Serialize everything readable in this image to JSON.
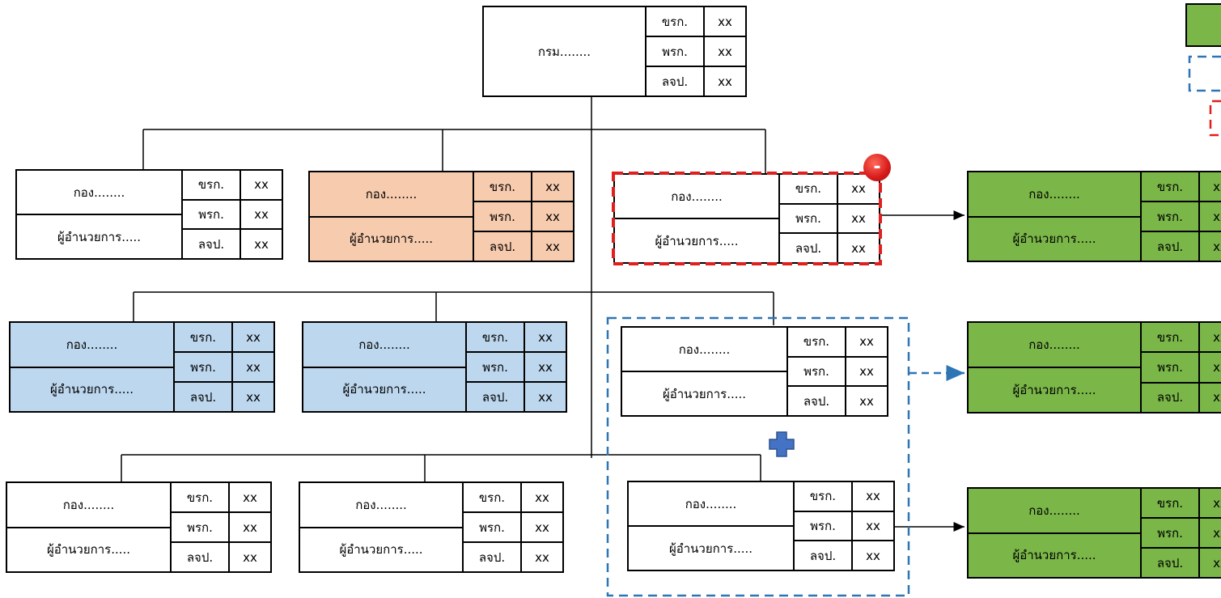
{
  "colors": {
    "orange": "#f7cbae",
    "blue": "#bdd7ee",
    "green": "#7ab648",
    "red_dash": "#e01f1f",
    "blue_dash": "#2e75b6"
  },
  "top": {
    "name": "กรม........",
    "rows": [
      {
        "cat": "ขรก.",
        "val": "xx"
      },
      {
        "cat": "พรก.",
        "val": "xx"
      },
      {
        "cat": "ลจป.",
        "val": "xx"
      }
    ]
  },
  "units": [
    {
      "id": "u1",
      "fill": "white",
      "name": "กอง........",
      "director": "ผู้อำนวยการ.....",
      "rows": [
        {
          "cat": "ขรก.",
          "val": "xx"
        },
        {
          "cat": "พรก.",
          "val": "xx"
        },
        {
          "cat": "ลจป.",
          "val": "xx"
        }
      ]
    },
    {
      "id": "u2",
      "fill": "orange",
      "name": "กอง........",
      "director": "ผู้อำนวยการ.....",
      "rows": [
        {
          "cat": "ขรก.",
          "val": "xx"
        },
        {
          "cat": "พรก.",
          "val": "xx"
        },
        {
          "cat": "ลจป.",
          "val": "xx"
        }
      ]
    },
    {
      "id": "u3",
      "fill": "white",
      "name": "กอง........",
      "director": "ผู้อำนวยการ.....",
      "rows": [
        {
          "cat": "ขรก.",
          "val": "xx"
        },
        {
          "cat": "พรก.",
          "val": "xx"
        },
        {
          "cat": "ลจป.",
          "val": "xx"
        }
      ]
    },
    {
      "id": "g1",
      "fill": "green",
      "name": "กอง........",
      "director": "ผู้อำนวยการ.....",
      "rows": [
        {
          "cat": "ขรก.",
          "val": "xx"
        },
        {
          "cat": "พรก.",
          "val": "xx"
        },
        {
          "cat": "ลจป.",
          "val": "xx"
        }
      ]
    },
    {
      "id": "u4",
      "fill": "blue",
      "name": "กอง........",
      "director": "ผู้อำนวยการ.....",
      "rows": [
        {
          "cat": "ขรก.",
          "val": "xx"
        },
        {
          "cat": "พรก.",
          "val": "xx"
        },
        {
          "cat": "ลจป.",
          "val": "xx"
        }
      ]
    },
    {
      "id": "u5",
      "fill": "blue",
      "name": "กอง........",
      "director": "ผู้อำนวยการ.....",
      "rows": [
        {
          "cat": "ขรก.",
          "val": "xx"
        },
        {
          "cat": "พรก.",
          "val": "xx"
        },
        {
          "cat": "ลจป.",
          "val": "xx"
        }
      ]
    },
    {
      "id": "u6",
      "fill": "white",
      "name": "กอง........",
      "director": "ผู้อำนวยการ.....",
      "rows": [
        {
          "cat": "ขรก.",
          "val": "xx"
        },
        {
          "cat": "พรก.",
          "val": "xx"
        },
        {
          "cat": "ลจป.",
          "val": "xx"
        }
      ]
    },
    {
      "id": "g2",
      "fill": "green",
      "name": "กอง........",
      "director": "ผู้อำนวยการ.....",
      "rows": [
        {
          "cat": "ขรก.",
          "val": "xx"
        },
        {
          "cat": "พรก.",
          "val": "xx"
        },
        {
          "cat": "ลจป.",
          "val": "xx"
        }
      ]
    },
    {
      "id": "u7",
      "fill": "white",
      "name": "กอง........",
      "director": "ผู้อำนวยการ.....",
      "rows": [
        {
          "cat": "ขรก.",
          "val": "xx"
        },
        {
          "cat": "พรก.",
          "val": "xx"
        },
        {
          "cat": "ลจป.",
          "val": "xx"
        }
      ]
    },
    {
      "id": "u8",
      "fill": "white",
      "name": "กอง........",
      "director": "ผู้อำนวยการ.....",
      "rows": [
        {
          "cat": "ขรก.",
          "val": "xx"
        },
        {
          "cat": "พรก.",
          "val": "xx"
        },
        {
          "cat": "ลจป.",
          "val": "xx"
        }
      ]
    },
    {
      "id": "u9",
      "fill": "white",
      "name": "กอง........",
      "director": "ผู้อำนวยการ.....",
      "rows": [
        {
          "cat": "ขรก.",
          "val": "xx"
        },
        {
          "cat": "พรก.",
          "val": "xx"
        },
        {
          "cat": "ลจป.",
          "val": "xx"
        }
      ]
    },
    {
      "id": "g3",
      "fill": "green",
      "name": "กอง........",
      "director": "ผู้อำนวยการ.....",
      "rows": [
        {
          "cat": "ขรก.",
          "val": "xx"
        },
        {
          "cat": "พรก.",
          "val": "xx"
        },
        {
          "cat": "ลจป.",
          "val": "xx"
        }
      ]
    }
  ],
  "badges": {
    "remove_symbol": "-",
    "remove_icon": "minus-circle-icon",
    "merge_icon": "plus-icon"
  }
}
